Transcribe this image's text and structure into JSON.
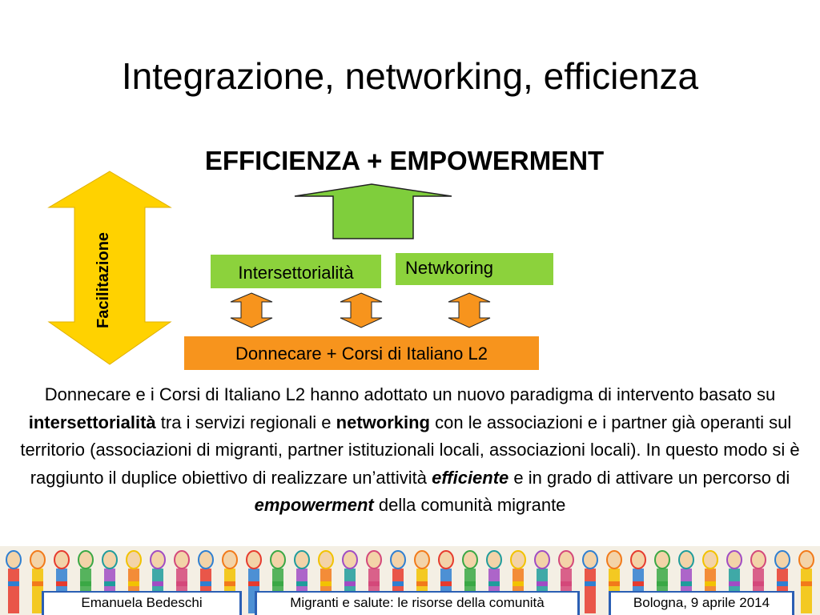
{
  "slide": {
    "title": "Integrazione, networking, efficienza",
    "subtitle": "EFFICIENZA + EMPOWERMENT",
    "side_label": "Facilitazione",
    "boxes": {
      "intersettorialita": "Intersettorialità",
      "networking": "Netwkoring",
      "donnecare": "Donnecare + Corsi di Italiano L2"
    },
    "paragraph": {
      "p1": "Donnecare e i Corsi di Italiano L2 hanno adottato un nuovo paradigma di intervento basato su ",
      "b1": "intersettorialità",
      "p2": " tra i servizi regionali e ",
      "b2": "networking",
      "p3": " con le associazioni e i partner già operanti sul territorio (associazioni di migranti, partner istituzionali locali, associazioni locali). In questo modo si è raggiunto il duplice obiettivo di realizzare un’attività ",
      "bi1": "efficiente",
      "p4": " e in grado di attivare un percorso di ",
      "bi2": "empowerment",
      "p5": " della comunità migrante"
    }
  },
  "footer": {
    "author": "Emanuela Bedeschi",
    "event": "Migranti e salute: le risorse della comunità",
    "date_place": "Bologna, 9 aprile 2014"
  },
  "colors": {
    "green_box": "#8cd23c",
    "orange_box": "#f7941d",
    "yellow_arrow": "#ffd200",
    "footer_border": "#2b5fb4"
  }
}
